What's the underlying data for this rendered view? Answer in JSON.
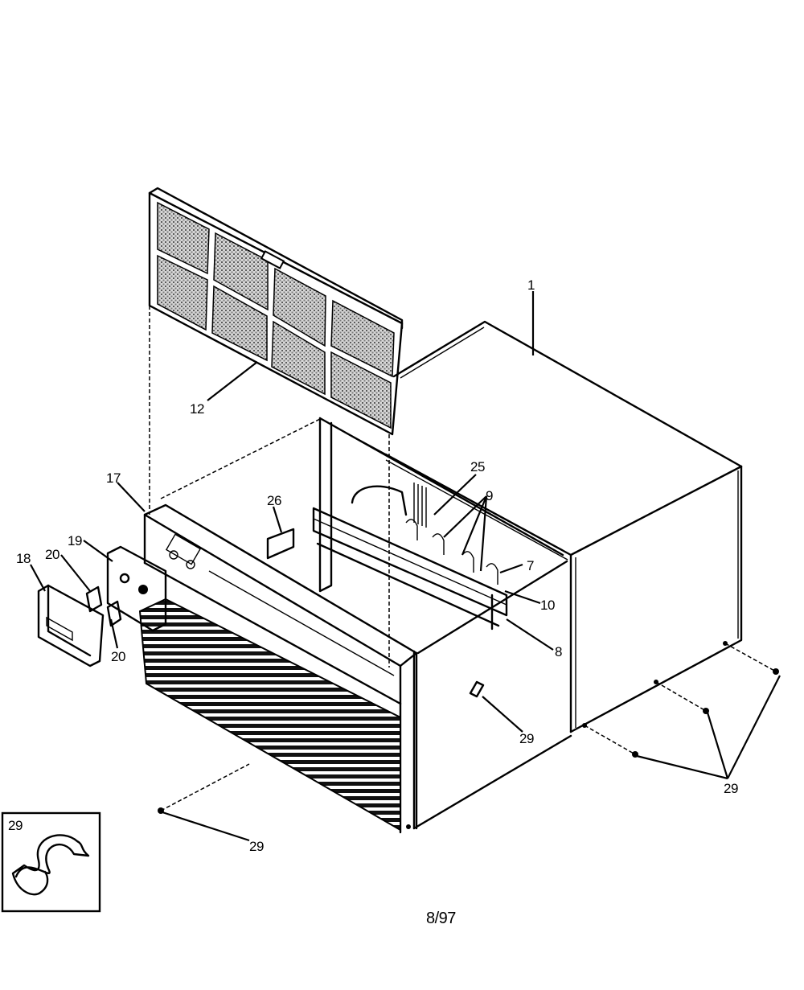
{
  "parts": {
    "p1": "1",
    "p12": "12",
    "p17": "17",
    "p25": "25",
    "p9": "9",
    "p26": "26",
    "p7": "7",
    "p10": "10",
    "p8": "8",
    "p19": "19",
    "p20a": "20",
    "p18": "18",
    "p20b": "20",
    "p29a": "29",
    "p29b": "29",
    "p29c": "29",
    "p29inset": "29"
  },
  "footer": {
    "date_code": "8/97"
  }
}
